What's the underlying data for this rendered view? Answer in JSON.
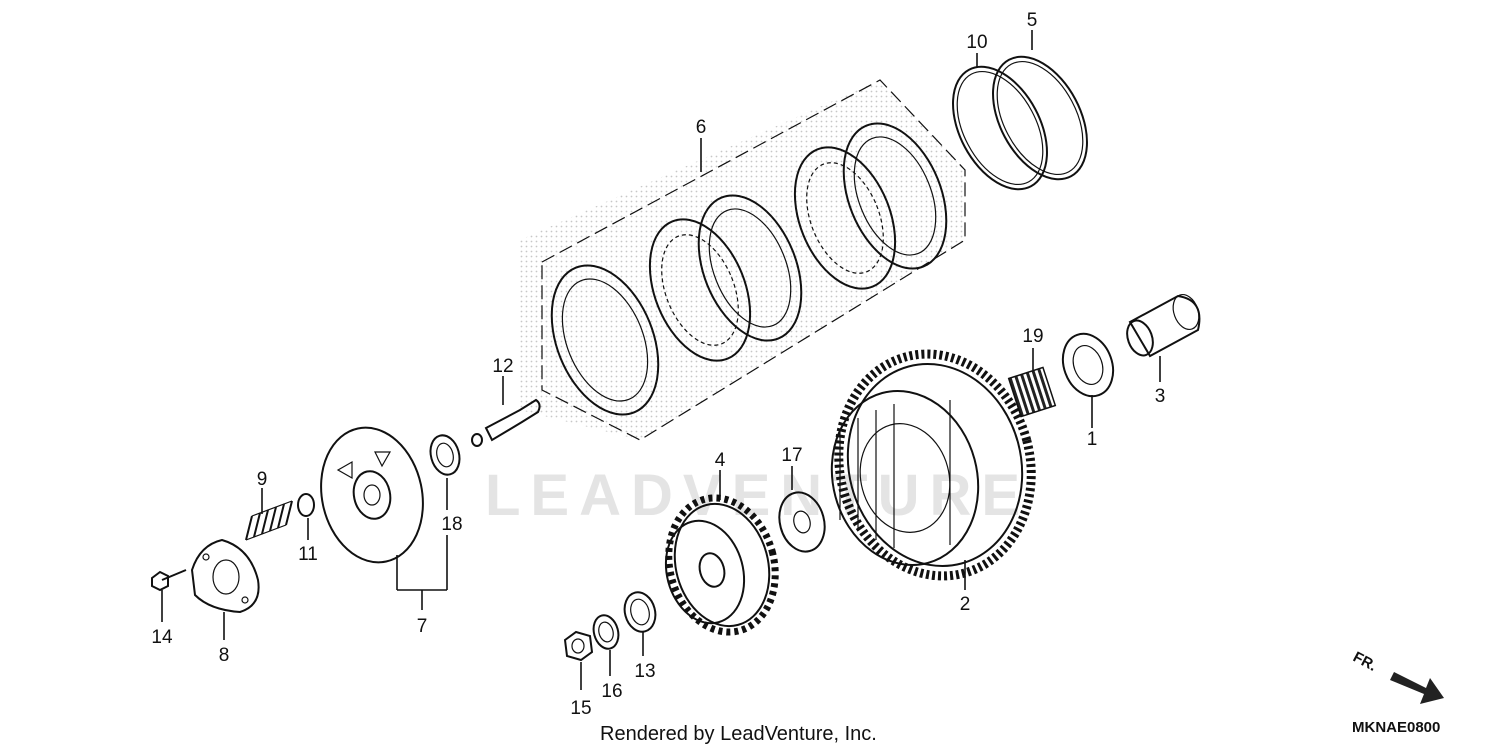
{
  "diagram": {
    "watermark": "LEADVENTURE",
    "footer": "Rendered by LeadVenture, Inc.",
    "code": "MKNAE0800",
    "direction": "FR.",
    "parts": [
      {
        "id": "1"
      },
      {
        "id": "2"
      },
      {
        "id": "3"
      },
      {
        "id": "4"
      },
      {
        "id": "5"
      },
      {
        "id": "6"
      },
      {
        "id": "7"
      },
      {
        "id": "8"
      },
      {
        "id": "9"
      },
      {
        "id": "10"
      },
      {
        "id": "11"
      },
      {
        "id": "12"
      },
      {
        "id": "13"
      },
      {
        "id": "14"
      },
      {
        "id": "15"
      },
      {
        "id": "16"
      },
      {
        "id": "17"
      },
      {
        "id": "18"
      },
      {
        "id": "19"
      }
    ]
  }
}
